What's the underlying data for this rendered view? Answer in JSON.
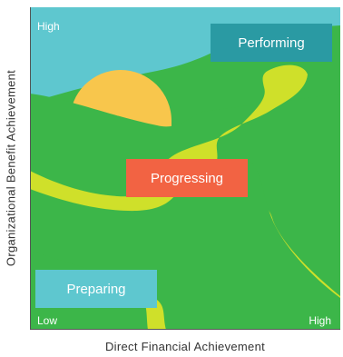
{
  "axes": {
    "y_label": "Organizational Benefit Achievement",
    "x_label": "Direct Financial Achievement"
  },
  "corners": {
    "top_left": "High",
    "bottom_left": "Low",
    "bottom_right": "High"
  },
  "stages": {
    "performing": "Performing",
    "progressing": "Progressing",
    "preparing": "Preparing"
  },
  "colors": {
    "sky": "#5ec7cf",
    "hill": "#3cb649",
    "sun": "#f8c64c",
    "path": "#cfe02a",
    "performing": "#2a9aa3",
    "progressing": "#f26343",
    "preparing": "#5ec7cf"
  }
}
